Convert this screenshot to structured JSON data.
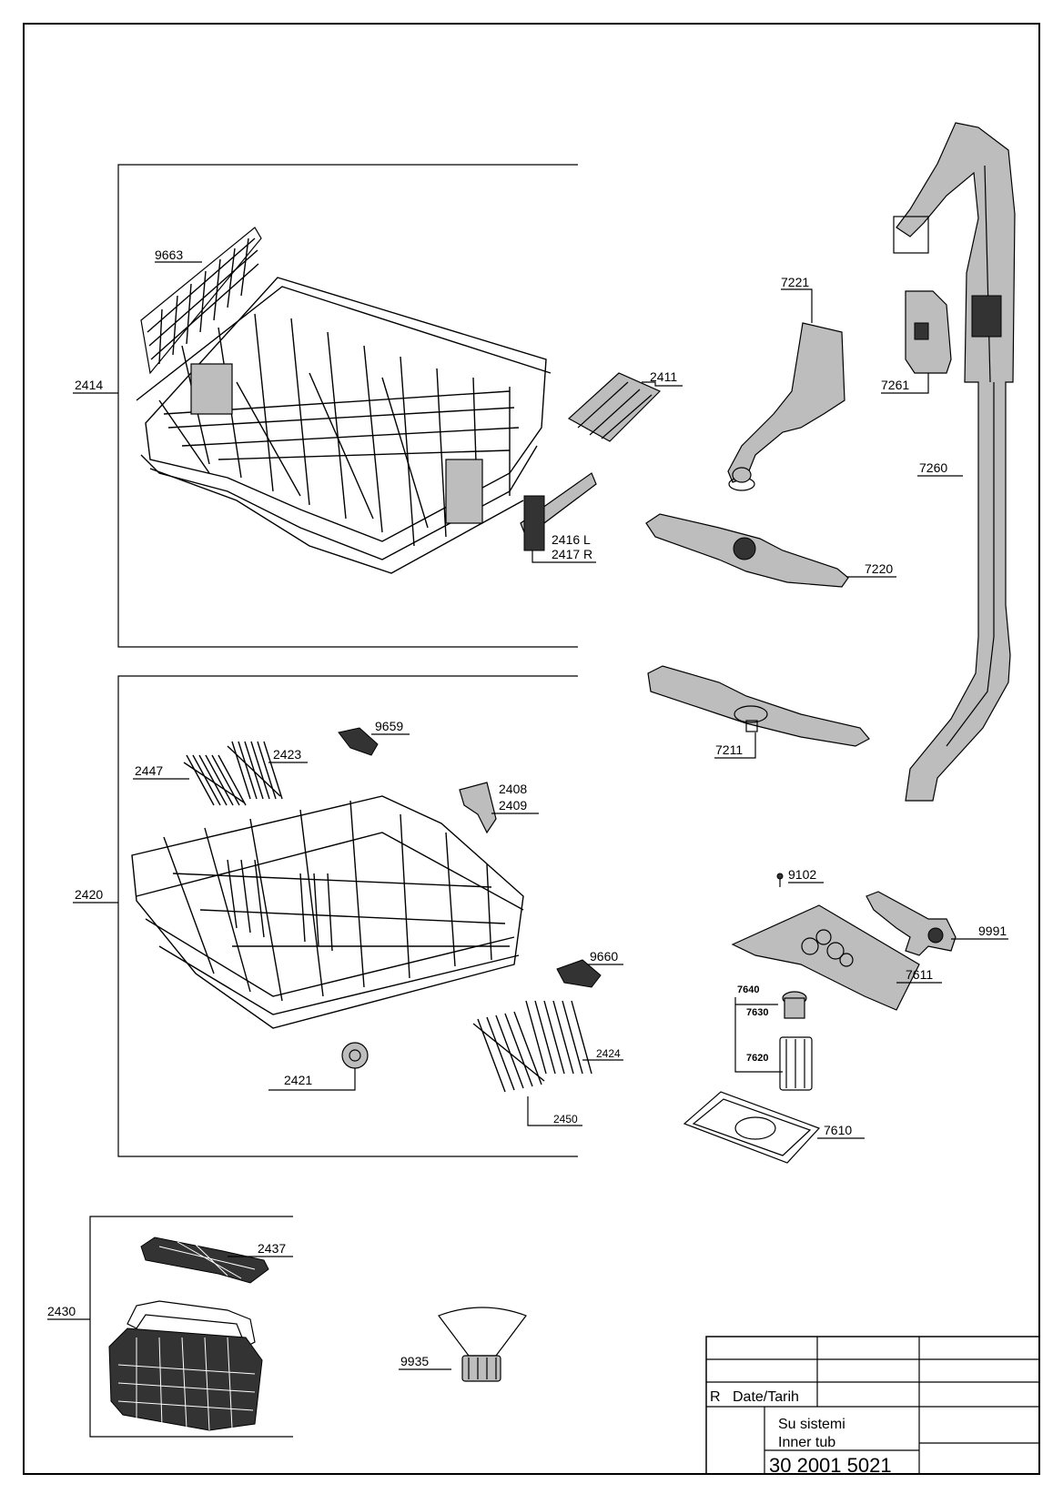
{
  "labels": {
    "l9663": "9663",
    "l2414": "2414",
    "l2411": "2411",
    "l2416": "2416 L",
    "l2417": "2417 R",
    "l7221": "7221",
    "l7261": "7261",
    "l7260": "7260",
    "l7220": "7220",
    "l7211": "7211",
    "l9659": "9659",
    "l2423": "2423",
    "l2447": "2447",
    "l2408": "2408",
    "l2409": "2409",
    "l2420": "2420",
    "l9660": "9660",
    "l2424": "2424",
    "l2421": "2421",
    "l2450": "2450",
    "l9102": "9102",
    "l9991": "9991",
    "l7611": "7611",
    "l7640": "7640",
    "l7630": "7630",
    "l7620": "7620",
    "l7610": "7610",
    "l2437": "2437",
    "l2430": "2430",
    "l9935": "9935"
  },
  "title_block": {
    "revision": "R",
    "date_label": "Date/Tarih",
    "name_tr": "Su sistemi",
    "name_en": "Inner tub",
    "part_number": "30 2001 5021"
  }
}
